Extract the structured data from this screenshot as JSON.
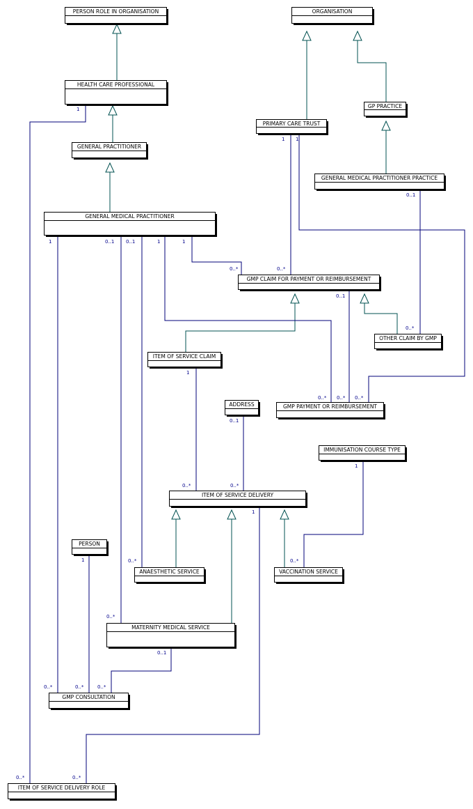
{
  "entities": {
    "person_role_in_organisation": "PERSON ROLE IN ORGANISATION",
    "organisation": "ORGANISATION",
    "health_care_professional": "HEALTH CARE PROFESSIONAL",
    "gp_practice": "GP PRACTICE",
    "primary_care_trust": "PRIMARY CARE TRUST",
    "general_practitioner": "GENERAL PRACTITIONER",
    "general_medical_practitioner_practice": "GENERAL MEDICAL PRACTITIONER PRACTICE",
    "general_medical_practitioner": "GENERAL MEDICAL PRACTITIONER",
    "gmp_claim": "GMP CLAIM FOR PAYMENT OR REIMBURSEMENT",
    "other_claim_by_gmp": "OTHER CLAIM BY GMP",
    "item_of_service_claim": "ITEM OF SERVICE CLAIM",
    "address": "ADDRESS",
    "gmp_payment": "GMP PAYMENT OR REIMBURSEMENT",
    "immunisation_course_type": "IMMUNISATION COURSE TYPE",
    "item_of_service_delivery": "ITEM OF SERVICE DELIVERY",
    "person": "PERSON",
    "anaesthetic_service": "ANAESTHETIC SERVICE",
    "vaccination_service": "VACCINATION SERVICE",
    "maternity_medical_service": "MATERNITY MEDICAL SERVICE",
    "gmp_consultation": "GMP CONSULTATION",
    "item_of_service_delivery_role": "ITEM OF SERVICE DELIVERY ROLE"
  },
  "multiplicities": {
    "hcp_role": "1",
    "pct_claim": "1",
    "pct_payment": "1",
    "gmpp_other": "0..1",
    "gmp_consult": "1",
    "gmp_maternity": "0..1",
    "gmp_anaesthetic": "0..1",
    "gmp_payment": "1",
    "gmp_claim": "1",
    "claim_from_gmp": "0..*",
    "claim_from_pct": "0..*",
    "claim_payment": "0..1",
    "other_from_gmpp": "0..*",
    "iosc_delivery": "1",
    "payment_from_gmp": "0..*",
    "payment_from_claim": "0..*",
    "payment_from_pct": "0..*",
    "address_delivery": "0..1",
    "immun_vacc": "1",
    "delivery_from_iosc": "0..*",
    "delivery_from_address": "0..*",
    "delivery_role": "1",
    "person_consult": "1",
    "anaesthetic_from_gmp": "0..*",
    "vacc_from_immun": "0..*",
    "maternity_from_gmp": "0..*",
    "maternity_consult": "0..1",
    "consult_from_gmp": "0..*",
    "consult_from_person": "0..*",
    "consult_from_maternity": "0..*",
    "role_from_hcp": "0..*",
    "role_from_delivery": "0..*"
  }
}
